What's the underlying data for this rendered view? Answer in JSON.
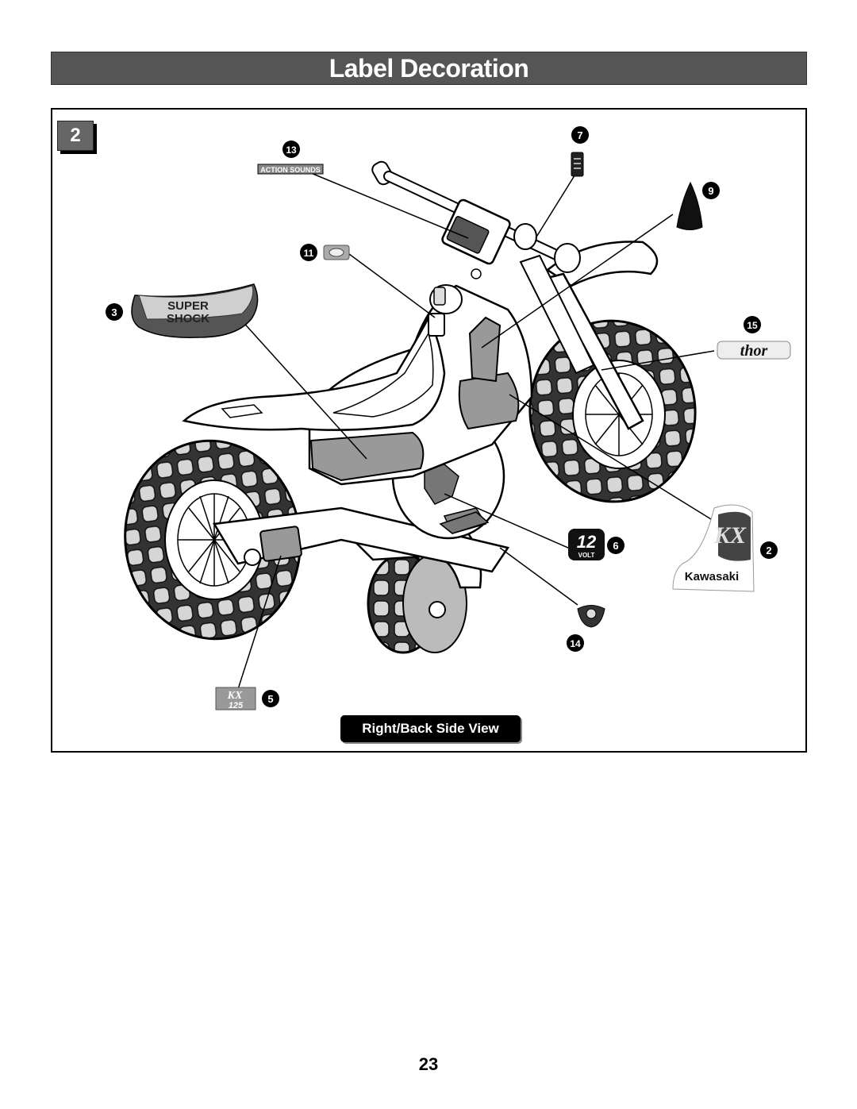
{
  "header": {
    "title": "Label Decoration"
  },
  "step": {
    "number": "2"
  },
  "callouts": [
    {
      "id": "c13",
      "number": "13"
    },
    {
      "id": "c7",
      "number": "7"
    },
    {
      "id": "c9",
      "number": "9"
    },
    {
      "id": "c11",
      "number": "11"
    },
    {
      "id": "c3",
      "number": "3"
    },
    {
      "id": "c15",
      "number": "15"
    },
    {
      "id": "c6",
      "number": "6"
    },
    {
      "id": "c2",
      "number": "2"
    },
    {
      "id": "c14",
      "number": "14"
    },
    {
      "id": "c5",
      "number": "5"
    }
  ],
  "labels": {
    "action_sounds": "ACTION SOUNDS",
    "super_shock_1": "SUPER",
    "super_shock_2": "SHOCK",
    "thor": "thor",
    "volt_12": "12",
    "volt_word": "VOLT",
    "kx": "KX",
    "kawasaki": "Kawasaki",
    "kx125_kx": "KX",
    "kx125_num": "125"
  },
  "view_label": "Right/Back Side View",
  "page_number": "23"
}
